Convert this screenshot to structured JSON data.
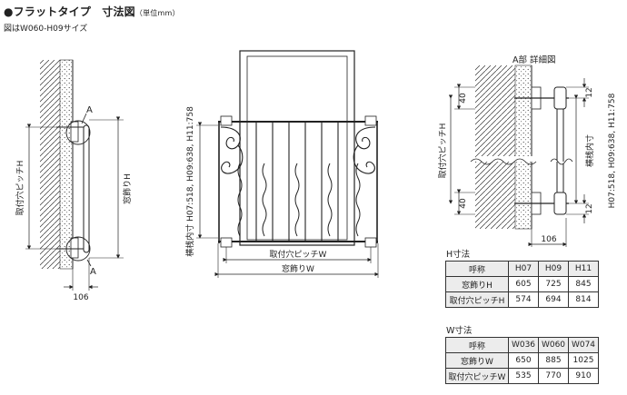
{
  "header": {
    "title": "●フラットタイプ　寸法図",
    "unit": "（単位mm）",
    "subtitle": "図はW060-H09サイズ"
  },
  "side_view": {
    "mark_top": "A",
    "mark_bottom": "A",
    "pitch_label": "取付穴ピッチH",
    "window_label": "窓飾りH",
    "depth_label": "106"
  },
  "front_view": {
    "height_label": "横桟内寸 H07:518, H09:638, H11:758",
    "pitch_label": "取付穴ピッチW",
    "window_label": "窓飾りW"
  },
  "detail": {
    "title": "A部 詳細図",
    "dim_40_top": "40",
    "dim_40_bottom": "40",
    "dim_12_top": "12",
    "dim_12_bottom": "12",
    "pitch_label": "取付穴ピッチH",
    "inner_label": "横桟内寸",
    "height_label": "H07:518, H09:638, H11:758",
    "depth_label": "106"
  },
  "h_table": {
    "caption": "H寸法",
    "headers": [
      "呼称",
      "H07",
      "H09",
      "H11"
    ],
    "rows": [
      [
        "窓飾りH",
        "605",
        "725",
        "845"
      ],
      [
        "取付穴ピッチH",
        "574",
        "694",
        "814"
      ]
    ]
  },
  "w_table": {
    "caption": "W寸法",
    "headers": [
      "呼称",
      "W036",
      "W060",
      "W074"
    ],
    "rows": [
      [
        "窓飾りW",
        "650",
        "885",
        "1025"
      ],
      [
        "取付穴ピッチW",
        "535",
        "770",
        "910"
      ]
    ]
  }
}
